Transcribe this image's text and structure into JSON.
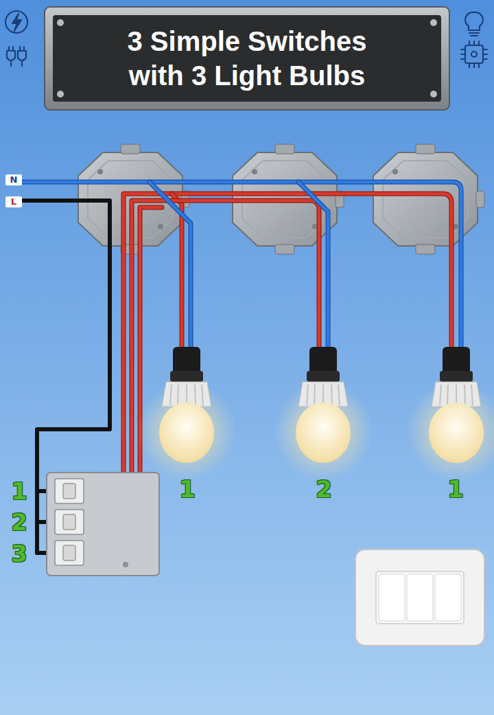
{
  "diagram": {
    "title": "3 Simple Switches with 3 Light Bulbs",
    "nodes": [
      {
        "text": [
          "N",
          "L"
        ]
      }
    ],
    "labels": [
      "1",
      "2",
      "3",
      "1",
      "2",
      "1"
    ]
  }
}
